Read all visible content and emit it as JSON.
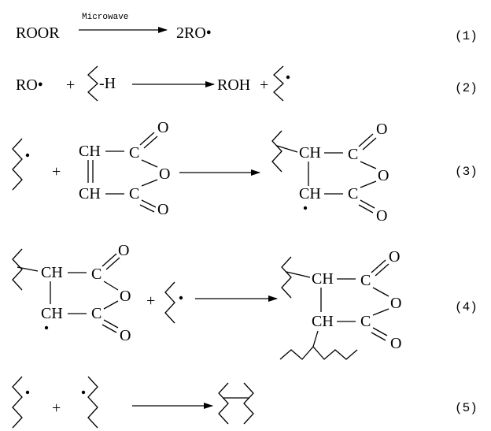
{
  "scheme": {
    "r1": {
      "reactant": "ROOR",
      "condition": "Microwave",
      "product": "2RO•",
      "label": "(1)"
    },
    "r2": {
      "reactant": "RO•",
      "plus": "+",
      "chain_h": "-H",
      "product": "ROH",
      "plus2": "+",
      "label": "(2)"
    },
    "r3": {
      "plus": "+",
      "ch": "CH",
      "c": "C",
      "o": "O",
      "label": "(3)"
    },
    "r4": {
      "plus": "+",
      "ch": "CH",
      "c": "C",
      "o": "O",
      "label": "(4)"
    },
    "r5": {
      "plus": "+",
      "label": "(5)"
    }
  }
}
